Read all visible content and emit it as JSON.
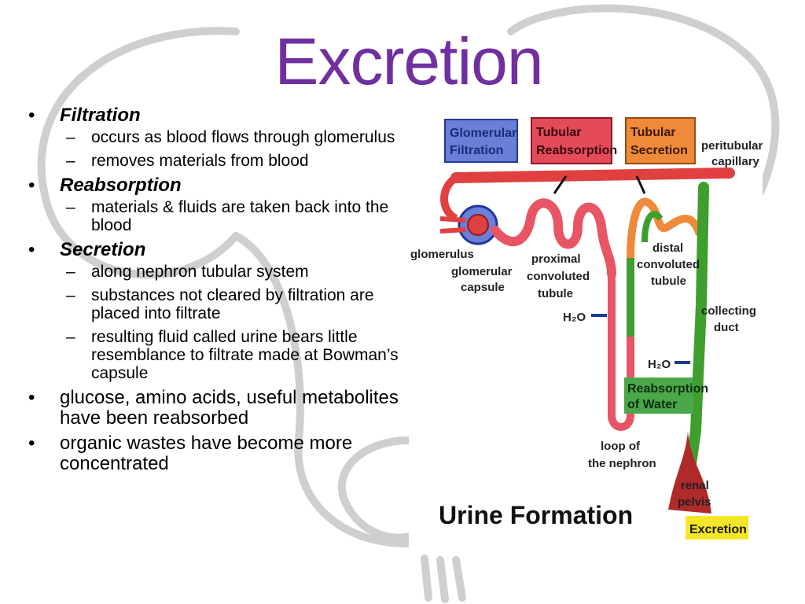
{
  "slide": {
    "title": "Excretion",
    "bullets": [
      {
        "term": "Filtration",
        "subs": [
          "occurs as blood flows through glomerulus",
          "removes materials from blood"
        ]
      },
      {
        "term": "Reabsorption",
        "subs": [
          "materials & fluids are taken back into the blood"
        ]
      },
      {
        "term": "Secretion",
        "subs": [
          "along nephron tubular system",
          "substances not cleared by filtration are placed into filtrate",
          "resulting fluid called urine bears little resemblance to filtrate made at Bowman’s capsule"
        ]
      },
      {
        "text": "glucose, amino acids, useful metabolites have been reabsorbed"
      },
      {
        "text": "organic wastes have become more concentrated"
      }
    ]
  },
  "diagram": {
    "title": "Urine Formation",
    "boxes": {
      "glomerular": [
        "Glomerular",
        "Filtration"
      ],
      "tubular_reabsorption": [
        "Tubular",
        "Reabsorption"
      ],
      "tubular_secretion": [
        "Tubular",
        "Secretion"
      ],
      "reabsorption_water": [
        "Reabsorption",
        "of Water"
      ],
      "excretion": [
        "Excretion"
      ]
    },
    "labels": {
      "peritubular": [
        "peritubular",
        "capillary"
      ],
      "glomerulus": [
        "glomerulus"
      ],
      "capsule": [
        "glomerular",
        "capsule"
      ],
      "proximal": [
        "proximal",
        "convoluted",
        "tubule"
      ],
      "distal": [
        "distal",
        "convoluted",
        "tubule"
      ],
      "collecting": [
        "collecting",
        "duct"
      ],
      "h2o_1": "H₂O",
      "h2o_2": "H₂O",
      "loop": [
        "loop of",
        "the nephron"
      ],
      "pelvis": [
        "renal",
        "pelvis"
      ]
    },
    "colors": {
      "blue_box": "#6b7fd6",
      "red_box": "#e34a5a",
      "orange_box": "#f08a3a",
      "green_box": "#4aa84a",
      "yellow_box": "#f5e62a",
      "capillary": "#e04040",
      "tubule_red": "#e85565",
      "distal_green": "#3e9e2e"
    }
  }
}
